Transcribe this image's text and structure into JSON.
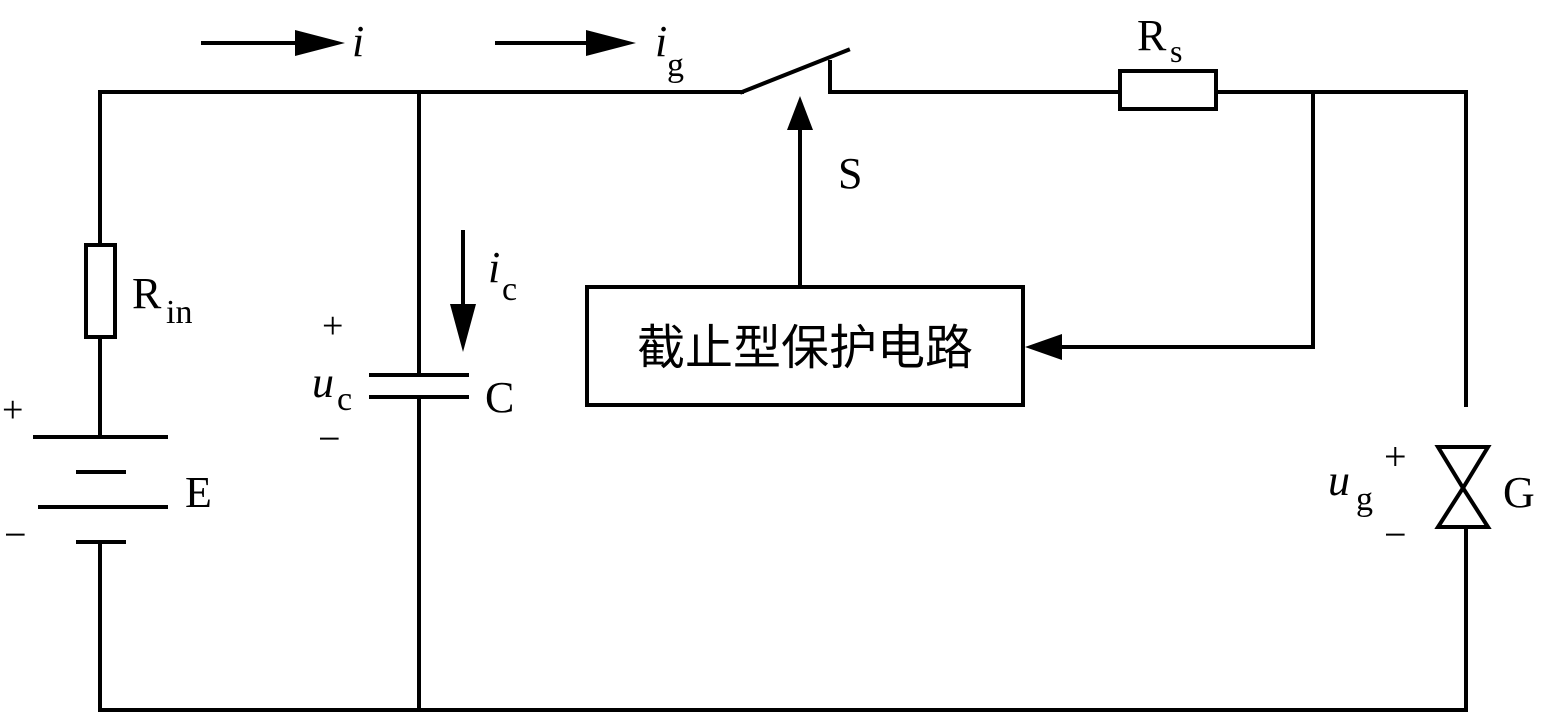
{
  "labels": {
    "i_main": "i",
    "ig_main": "i",
    "ig_sub": "g",
    "ic_main": "i",
    "ic_sub": "c",
    "switch": "S",
    "rs_main": "R",
    "rs_sub": "s",
    "rin_main": "R",
    "rin_sub": "in",
    "uc_main": "u",
    "uc_sub": "c",
    "uc_plus": "+",
    "uc_minus": "−",
    "capacitor": "C",
    "battery": "E",
    "batt_plus": "+",
    "batt_minus": "−",
    "ug_main": "u",
    "ug_sub": "g",
    "ug_plus": "+",
    "ug_minus": "−",
    "device": "G",
    "protection_circuit": "截止型保护电路"
  }
}
